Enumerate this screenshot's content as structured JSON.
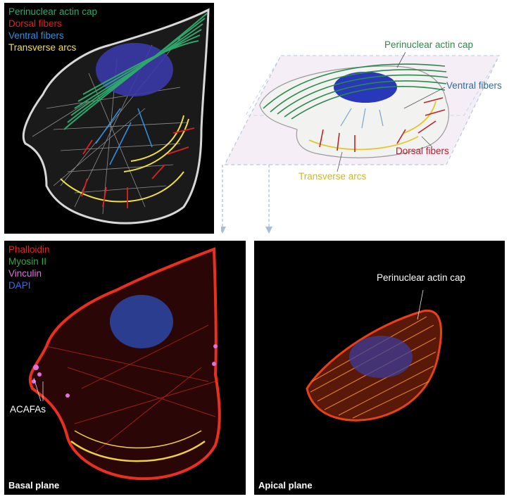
{
  "panel_a": {
    "legend": [
      {
        "label": "Perinuclear actin cap",
        "color": "#2ea86a"
      },
      {
        "label": "Dorsal fibers",
        "color": "#e02020"
      },
      {
        "label": "Ventral fibers",
        "color": "#2e8fe0"
      },
      {
        "label": "Transverse arcs",
        "color": "#f0e040"
      }
    ]
  },
  "panel_b": {
    "labels": {
      "cap": "Perinuclear actin cap",
      "ventral": "Ventral fibers",
      "dorsal": "Dorsal fibers",
      "arcs": "Transverse arcs"
    },
    "colors": {
      "cap": "#2a8a4a",
      "ventral": "#2c6e9e",
      "dorsal": "#b0202a",
      "arcs": "#c8b830"
    }
  },
  "panel_c": {
    "legend": [
      {
        "label": "Phalloidin",
        "color": "#e82020"
      },
      {
        "label": "Myosin II",
        "color": "#22b040"
      },
      {
        "label": "Vinculin",
        "color": "#e070e0"
      },
      {
        "label": "DAPI",
        "color": "#3a6ee8"
      }
    ],
    "annotation": "ACAFAs",
    "plane": "Basal plane"
  },
  "panel_d": {
    "annotation": "Perinuclear actin cap",
    "plane": "Apical plane"
  }
}
